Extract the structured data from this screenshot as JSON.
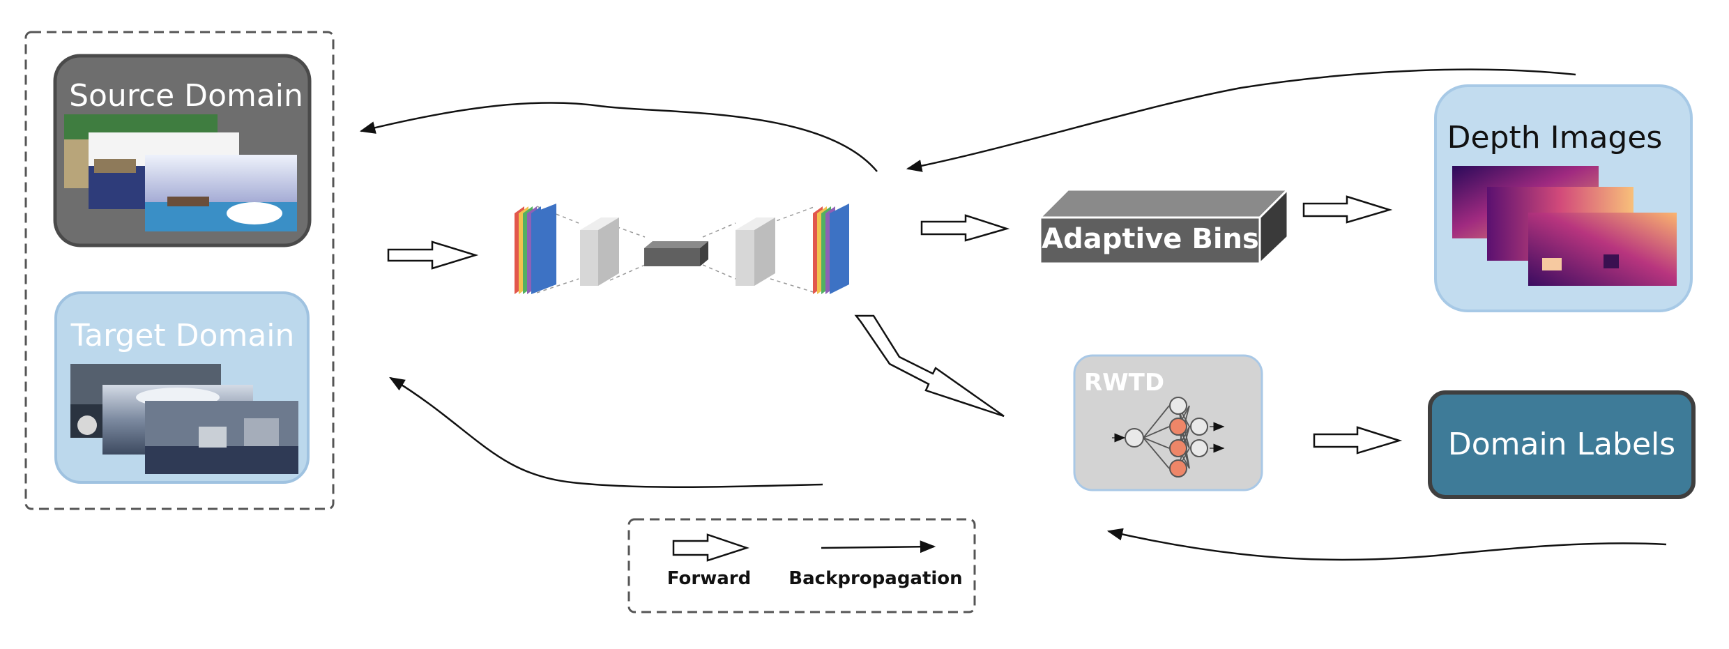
{
  "domains": {
    "source_label": "Source Domain",
    "target_label": "Target Domain"
  },
  "adaptive_bins": {
    "label": "Adaptive Bins"
  },
  "depth_images": {
    "label": "Depth Images"
  },
  "rwtd": {
    "label": "RWTD"
  },
  "domain_labels": {
    "label": "Domain Labels"
  },
  "legend": {
    "forward_label": "Forward",
    "backprop_label": "Backpropagation"
  },
  "colors": {
    "source_box": "#6e6e6e",
    "target_box": "#bcd8ec",
    "adaptive_bins": "#5f5f5f",
    "depth_box": "#c2dcef",
    "rwtd_box": "#d3d3d3",
    "domain_labels_box": "#3e7b98",
    "node_fill": "#ee8668"
  },
  "icons": {
    "network": "encoder-decoder-network-icon",
    "rwtd_graph": "neural-network-graph-icon",
    "depth_thumbs": "depth-map-thumbnail-images",
    "source_thumbs": "synthetic-panorama-images",
    "target_thumbs": "real-panorama-images"
  }
}
